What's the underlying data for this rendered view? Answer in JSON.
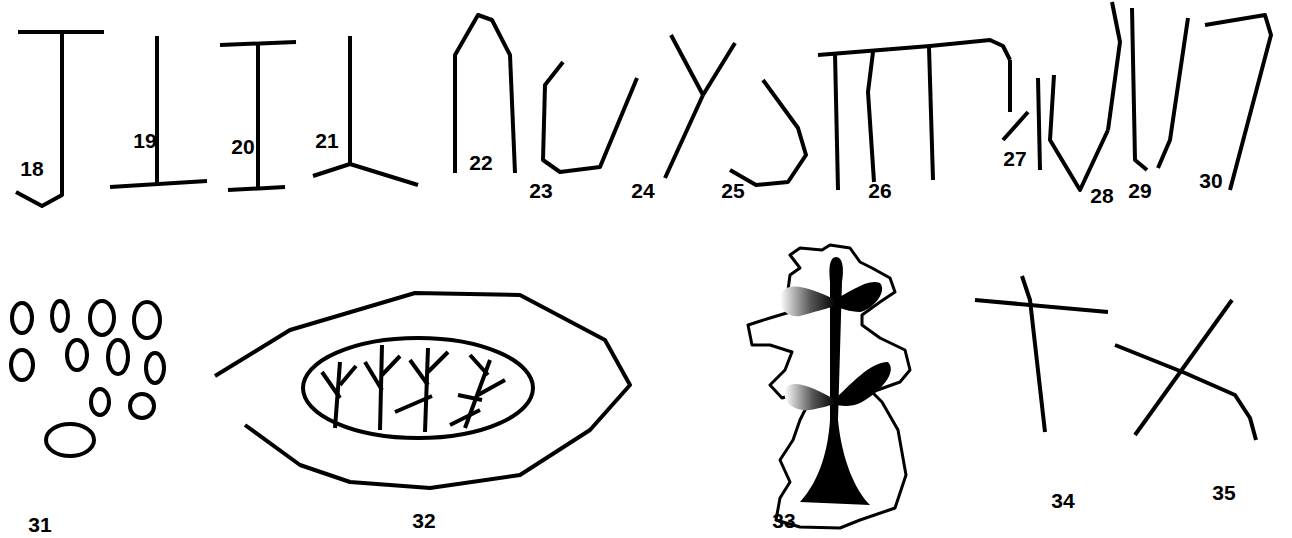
{
  "diagram": {
    "labels": [
      "18",
      "19",
      "20",
      "21",
      "22",
      "23",
      "24",
      "25",
      "26",
      "27",
      "28",
      "29",
      "30",
      "31",
      "32",
      "33",
      "34",
      "35"
    ]
  }
}
